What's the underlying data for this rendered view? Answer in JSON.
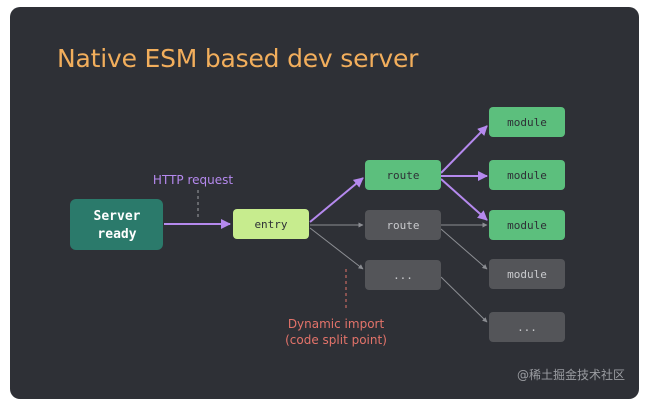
{
  "title": "Native ESM based dev server",
  "labels": {
    "http_request": "HTTP request",
    "dynamic_import_line1": "Dynamic import",
    "dynamic_import_line2": "(code split point)"
  },
  "nodes": {
    "server_line1": "Server",
    "server_line2": "ready",
    "entry": "entry",
    "route_active": "route",
    "route_inactive": "route",
    "dots_middle": "...",
    "module_1": "module",
    "module_2": "module",
    "module_3": "module",
    "module_4": "module",
    "dots_right": "..."
  },
  "watermark": "@稀土掘金技术社区",
  "colors": {
    "background": "#2e3036",
    "title": "#f2ae5c",
    "server_fill": "#2b7a6b",
    "entry_fill": "#c7ec8e",
    "active_fill": "#5cbf7d",
    "inactive_fill": "#545559",
    "active_arrow": "#b589ee",
    "inactive_arrow": "#8c8e93",
    "http_label": "#b589ee",
    "dynamic_label": "#e3736a"
  }
}
